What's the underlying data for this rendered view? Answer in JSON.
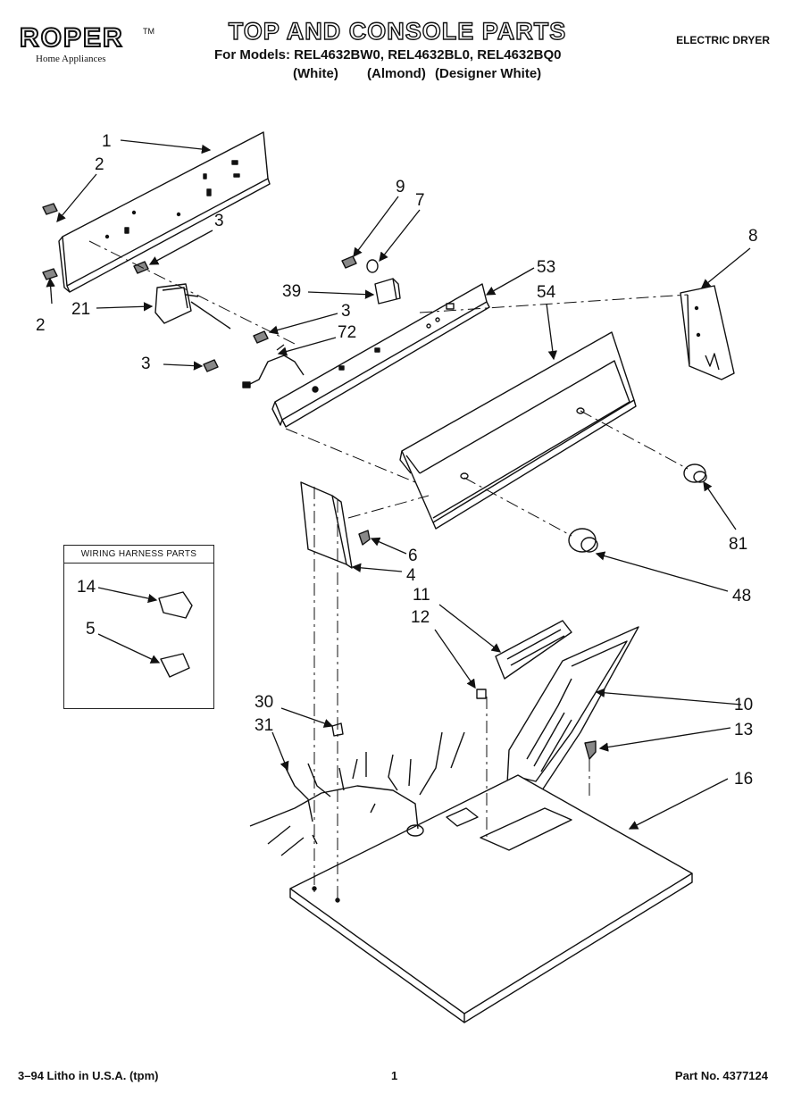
{
  "header": {
    "brand": "ROPER",
    "brand_tm": "TM",
    "brand_sub": "Home Appliances",
    "title": "TOP AND CONSOLE PARTS",
    "models": "For Models: REL4632BW0, REL4632BL0, REL4632BQ0",
    "colors": [
      "(White)",
      "(Almond)",
      "(Designer White)"
    ],
    "product": "ELECTRIC DRYER"
  },
  "harness_box": {
    "title": "WIRING HARNESS PARTS"
  },
  "callouts": [
    "1",
    "2",
    "2",
    "3",
    "3",
    "3",
    "9",
    "7",
    "8",
    "53",
    "54",
    "39",
    "21",
    "72",
    "6",
    "4",
    "81",
    "48",
    "11",
    "12",
    "14",
    "5",
    "10",
    "13",
    "16",
    "30",
    "31"
  ],
  "footer": {
    "left": "3–94 Litho in U.S.A. (tpm)",
    "center": "1",
    "right": "Part No. 4377124"
  },
  "colors": {
    "ink": "#111111",
    "background": "#ffffff"
  }
}
